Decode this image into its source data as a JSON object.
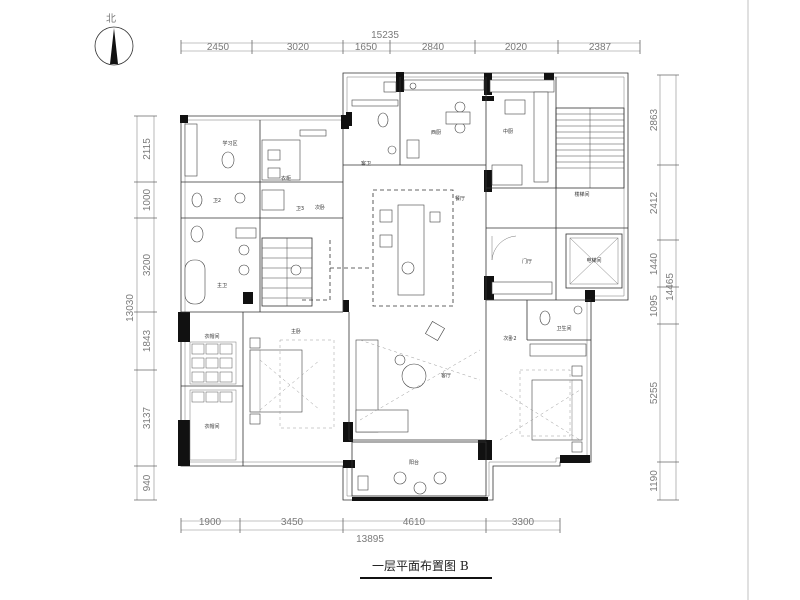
{
  "title": "一层平面布置图 B",
  "north_label": "北",
  "dimensions": {
    "top_total": "15235",
    "top_segments": [
      "2450",
      "3020",
      "1650",
      "2840",
      "2020",
      "2387"
    ],
    "bottom_total": "13895",
    "bottom_segments": [
      "1900",
      "3450",
      "4610",
      "3300"
    ],
    "left_total": "13030",
    "left_segments": [
      "2115",
      "1000",
      "3200",
      "1843",
      "3137",
      "940"
    ],
    "right_total": "14465",
    "right_segments": [
      "2863",
      "2412",
      "1440",
      "1095",
      "5255",
      "1190"
    ]
  },
  "rooms": {
    "study": "学习区",
    "bath_3": "卫3",
    "bath_2": "卫2",
    "master_bath": "主卫",
    "walk_in_1": "衣帽间",
    "walk_in_2": "衣帽间",
    "master_bedroom": "主卧",
    "closet": "衣柜",
    "guest_bath": "客卫",
    "western_kitchen": "西厨",
    "chinese_kitchen": "中厨",
    "dining": "餐厅",
    "living": "客厅",
    "foyer": "门厅",
    "elevator": "电梯间",
    "stair_hall": "楼梯间",
    "guest_room": "次卧",
    "bath_1": "卫生间",
    "balcony": "阳台",
    "bedroom_2": "次卧2"
  }
}
